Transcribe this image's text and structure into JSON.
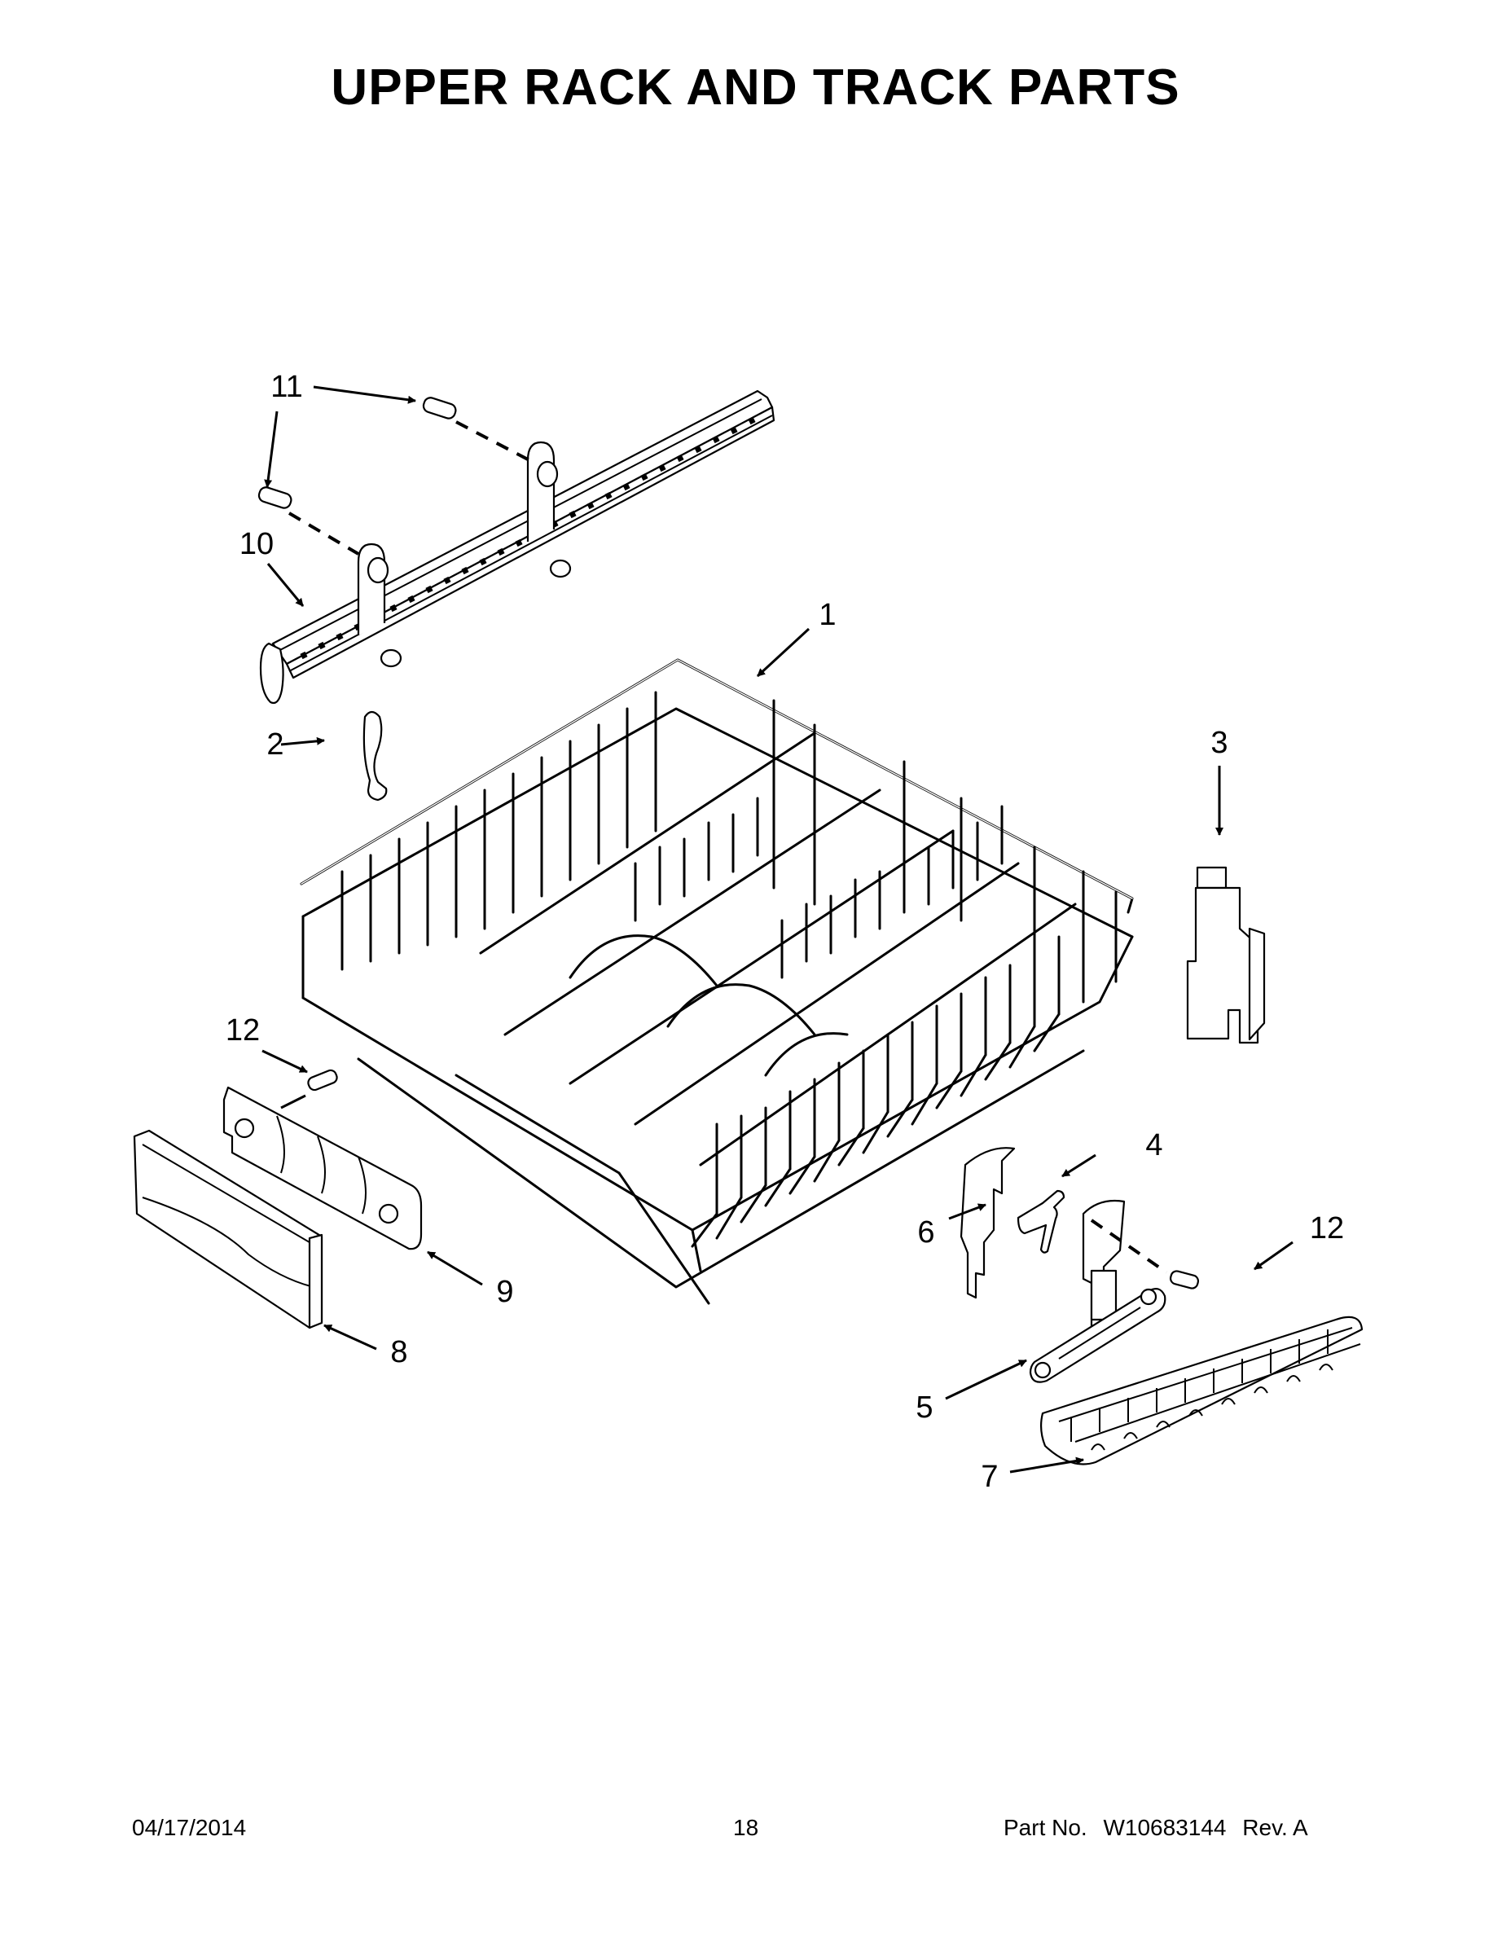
{
  "page": {
    "title": "UPPER RACK AND TRACK PARTS"
  },
  "diagram": {
    "callouts": [
      {
        "id": "1",
        "label": "1",
        "part": "upper-rack"
      },
      {
        "id": "2",
        "label": "2",
        "part": "rack-clip"
      },
      {
        "id": "3",
        "label": "3",
        "part": "rack-adjuster-latch"
      },
      {
        "id": "4",
        "label": "4",
        "part": "adjuster-spring-lever"
      },
      {
        "id": "5",
        "label": "5",
        "part": "adjuster-arm"
      },
      {
        "id": "6",
        "label": "6",
        "part": "adjuster-housing"
      },
      {
        "id": "7",
        "label": "7",
        "part": "tine-row-insert"
      },
      {
        "id": "8",
        "label": "8",
        "part": "rack-handle"
      },
      {
        "id": "9",
        "label": "9",
        "part": "handle-bracket"
      },
      {
        "id": "10",
        "label": "10",
        "part": "track-rail"
      },
      {
        "id": "11",
        "label": "11",
        "part": "rail-screw"
      },
      {
        "id": "12a",
        "label": "12",
        "part": "screw"
      },
      {
        "id": "12b",
        "label": "12",
        "part": "screw"
      }
    ]
  },
  "footer": {
    "date": "04/17/2014",
    "page_number": "18",
    "part_no_label": "Part No.",
    "part_no": "W10683144",
    "rev": "Rev. A"
  }
}
